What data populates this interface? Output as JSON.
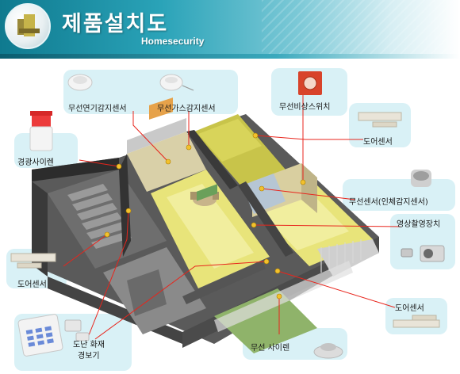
{
  "header": {
    "title": "제품설치도",
    "subtitle": "Homesecurity"
  },
  "labels": {
    "smoke_sensor": "무선연기감지센서",
    "gas_sensor": "무선가스감지센서",
    "emergency_switch": "무선비상스위치",
    "door_sensor_top": "도어센서",
    "siren_left": "경광사이렌",
    "motion_sensor": "무선센서(인체감지센서)",
    "video_device": "영상촬영장치",
    "door_sensor_left": "도어센서",
    "door_sensor_bottom": "도어센서",
    "wireless_siren": "무선 사이렌",
    "anti_theft_fire_line1": "도난 화재",
    "anti_theft_fire_line2": "경보기"
  },
  "colors": {
    "header_dark": "#0f7a8f",
    "callout_bg": "#d9f1f6",
    "leader_line": "#e8251c",
    "wall": "#3a3a3a",
    "floor_yellow": "#e8e47a"
  }
}
